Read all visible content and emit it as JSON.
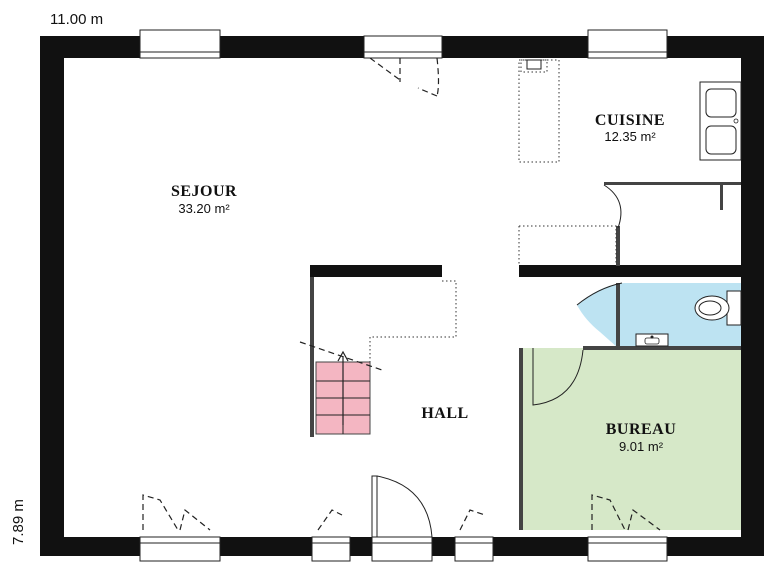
{
  "dimensions": {
    "width_label": "11.00 m",
    "height_label": "7.89 m"
  },
  "rooms": {
    "sejour": {
      "name": "SEJOUR",
      "area": "33.20 m²",
      "fill": "#ffffff"
    },
    "cuisine": {
      "name": "CUISINE",
      "area": "12.35 m²",
      "fill": "#ffffff"
    },
    "hall": {
      "name": "HALL",
      "area": "",
      "fill": "#ffffff"
    },
    "bureau": {
      "name": "BUREAU",
      "area": "9.01 m²",
      "fill": "#d6e8c8"
    },
    "wc": {
      "name": "",
      "area": "",
      "fill": "#bde3f2"
    }
  },
  "colors": {
    "wall": "#111111",
    "stairs": "#f4b6c2",
    "bureau": "#d6e8c8",
    "wc": "#bde3f2"
  },
  "icons": [
    "toilet-icon",
    "washbasin-icon",
    "double-sink-icon",
    "stairs-icon",
    "door-swing-icon",
    "window-icon"
  ]
}
